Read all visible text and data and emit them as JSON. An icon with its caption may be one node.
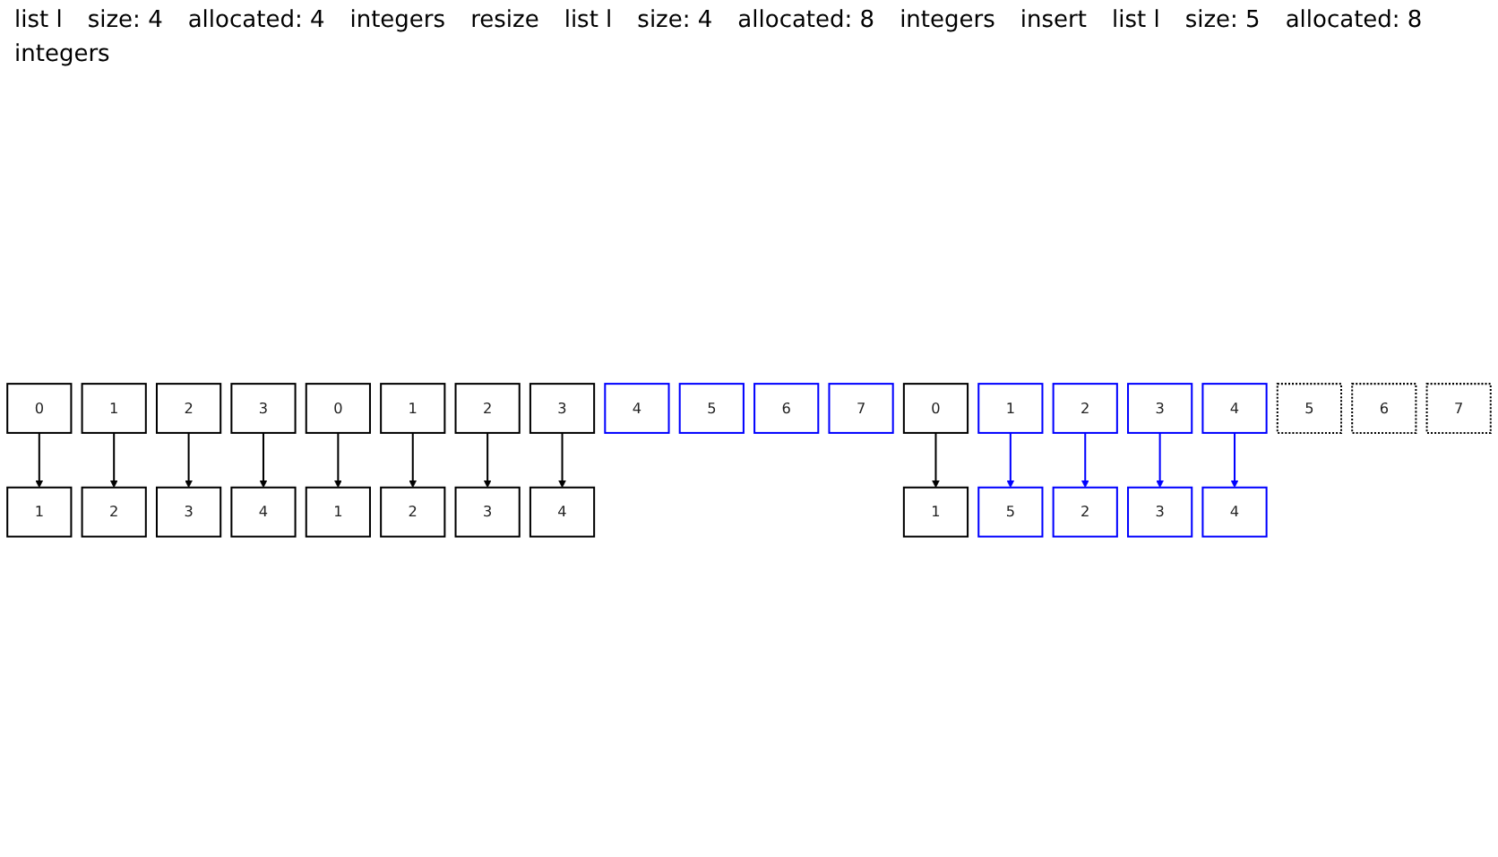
{
  "diagram": {
    "nodes": [
      {
        "text": [
          "0"
        ]
      },
      {
        "text": [
          "1"
        ]
      },
      {
        "text": [
          "2"
        ]
      },
      {
        "text": [
          "3"
        ]
      },
      {
        "text": [
          "1"
        ]
      },
      {
        "text": [
          "2"
        ]
      },
      {
        "text": [
          "3"
        ]
      },
      {
        "text": [
          "4"
        ]
      },
      {
        "text": [
          "0"
        ]
      },
      {
        "text": [
          "1"
        ]
      },
      {
        "text": [
          "2"
        ]
      },
      {
        "text": [
          "3"
        ]
      },
      {
        "text": [
          "4"
        ]
      },
      {
        "text": [
          "5"
        ]
      },
      {
        "text": [
          "6"
        ]
      },
      {
        "text": [
          "7"
        ]
      },
      {
        "text": [
          "1"
        ]
      },
      {
        "text": [
          "2"
        ]
      },
      {
        "text": [
          "3"
        ]
      },
      {
        "text": [
          "4"
        ]
      },
      {
        "text": [
          "0"
        ]
      },
      {
        "text": [
          "1"
        ]
      },
      {
        "text": [
          "2"
        ]
      },
      {
        "text": [
          "3"
        ]
      },
      {
        "text": [
          "4"
        ]
      },
      {
        "text": [
          "5"
        ]
      },
      {
        "text": [
          "6"
        ]
      },
      {
        "text": [
          "7"
        ]
      },
      {
        "text": [
          "1"
        ]
      },
      {
        "text": [
          "2"
        ]
      },
      {
        "text": [
          "3"
        ]
      },
      {
        "text": [
          "4"
        ]
      },
      {
        "text": [
          "5"
        ]
      }
    ],
    "edges": [
      {
        "from": 0,
        "to": 4,
        "arrow": "to"
      },
      {
        "from": 1,
        "to": 5,
        "arrow": "to"
      },
      {
        "from": 2,
        "to": 6,
        "arrow": "to"
      },
      {
        "from": 3,
        "to": 7,
        "arrow": "to"
      },
      {
        "from": 8,
        "to": 16,
        "arrow": "to"
      },
      {
        "from": 9,
        "to": 17,
        "arrow": "to"
      },
      {
        "from": 10,
        "to": 18,
        "arrow": "to"
      },
      {
        "from": 11,
        "to": 19,
        "arrow": "to"
      },
      {
        "from": 20,
        "to": 28,
        "arrow": "to"
      },
      {
        "from": 21,
        "to": 32,
        "arrow": "to",
        "color": "#0000ff"
      },
      {
        "from": 22,
        "to": 29,
        "arrow": "to",
        "color": "#0000ff"
      },
      {
        "from": 23,
        "to": 30,
        "arrow": "to",
        "color": "#0000ff"
      },
      {
        "from": 24,
        "to": 31,
        "arrow": "to",
        "color": "#0000ff"
      }
    ],
    "labels": [
      "list l",
      "size: 4",
      "allocated: 4",
      "integers",
      "resize",
      "list l",
      "size: 4",
      "allocated: 8",
      "integers",
      "insert",
      "list l",
      "size: 5",
      "allocated: 8",
      "integers"
    ]
  }
}
